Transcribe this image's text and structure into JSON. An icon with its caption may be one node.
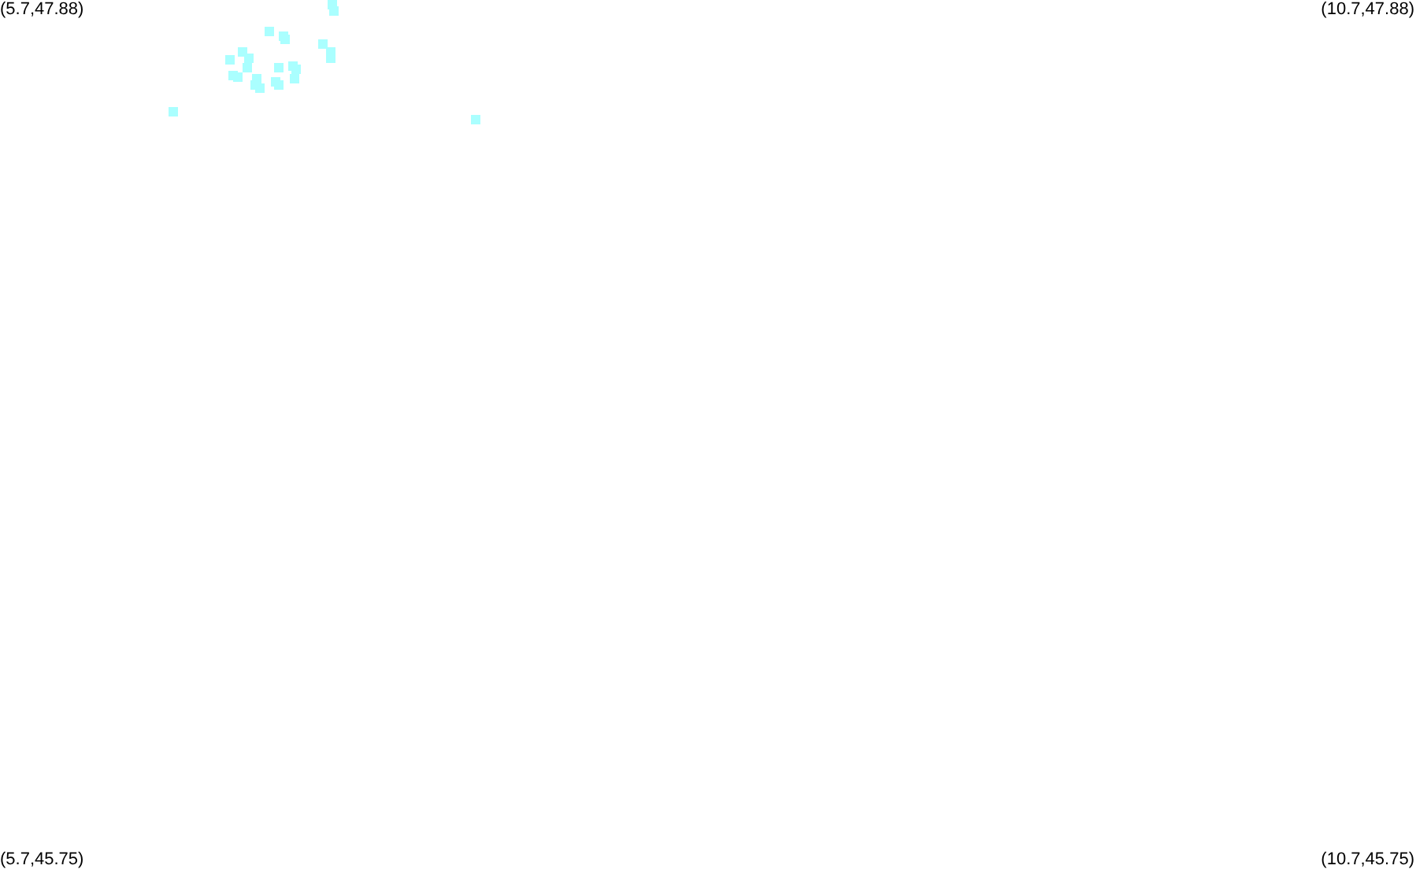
{
  "diagram": {
    "labels": [
      "(5.7,47.88)",
      "(10.7,47.88)",
      "(5.7,45.75)",
      "(10.7,45.75)"
    ]
  }
}
